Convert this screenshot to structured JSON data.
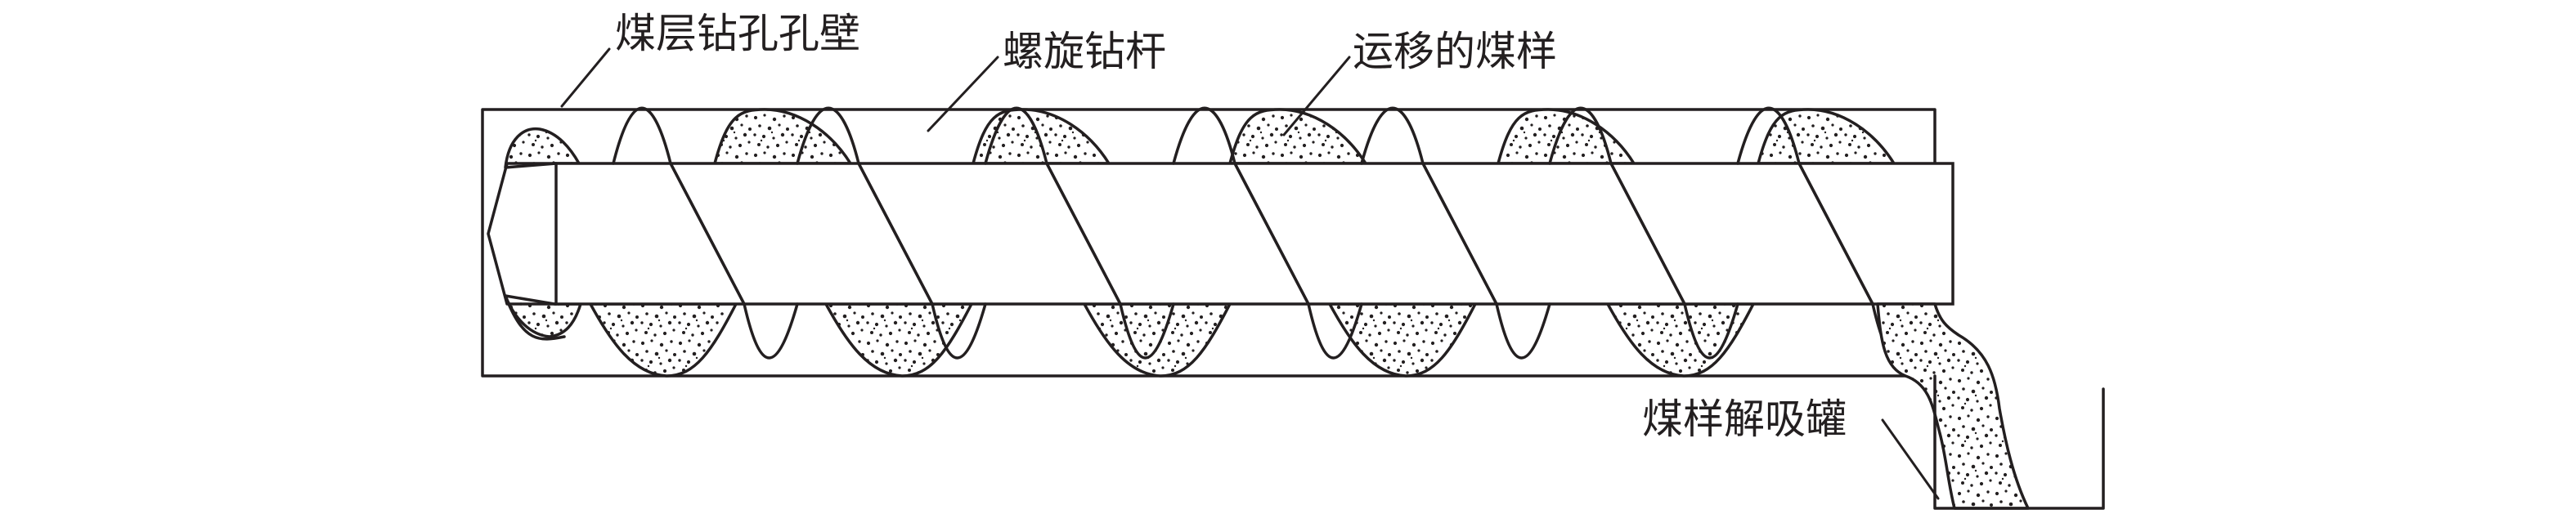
{
  "labels": {
    "borehole_wall": "煤层钻孔孔壁",
    "spiral_drill_rod": "螺旋钻杆",
    "migrating_coal_sample": "运移的煤样",
    "desorption_tank": "煤样解吸罐"
  },
  "colors": {
    "line": "#231f20",
    "background": "#ffffff",
    "coal_dots": "#231f20"
  }
}
